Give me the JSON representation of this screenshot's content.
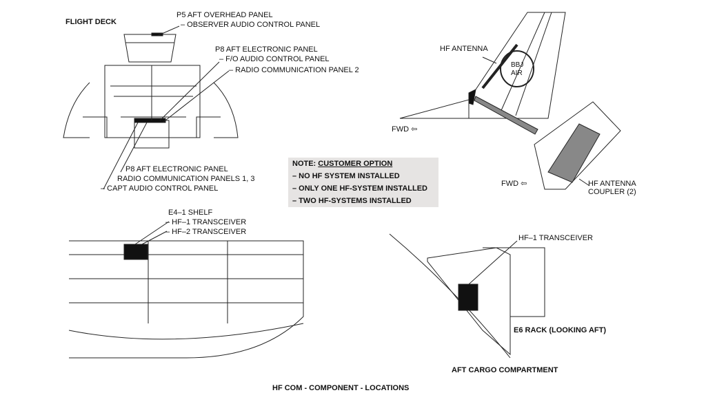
{
  "title": "HF COM - COMPONENT - LOCATIONS",
  "flight_deck": {
    "heading": "FLIGHT DECK",
    "p5_panel": "P5 AFT OVERHEAD PANEL",
    "observer_acp": "– OBSERVER AUDIO CONTROL PANEL",
    "p8_panel_top": "P8 AFT ELECTRONIC PANEL",
    "fo_acp": "– F/O AUDIO CONTROL PANEL",
    "rcp2": "– RADIO COMMUNICATION PANEL 2",
    "p8_panel_bottom": "P8 AFT ELECTRONIC PANEL",
    "rcp13": "RADIO COMMUNICATION PANELS 1, 3",
    "capt_acp": "– CAPT AUDIO CONTROL PANEL"
  },
  "note": {
    "prefix": "NOTE:",
    "title": "CUSTOMER OPTION",
    "items": [
      "– NO HF SYSTEM INSTALLED",
      "– ONLY ONE HF-SYSTEM INSTALLED",
      "– TWO HF-SYSTEMS INSTALLED"
    ]
  },
  "tail": {
    "hf_antenna": "HF ANTENNA",
    "logo_line1": "BBJ",
    "logo_line2": "AIR",
    "fwd1": "FWD ⇦",
    "fwd2": "FWD ⇦",
    "coupler_line1": "HF ANTENNA",
    "coupler_line2": "COUPLER (2)"
  },
  "e4": {
    "shelf": "E4–1 SHELF",
    "hf1": "– HF–1 TRANSCEIVER",
    "hf2": "– HF–2 TRANSCEIVER"
  },
  "e6": {
    "hf1": "HF–1 TRANSCEIVER",
    "rack": "E6 RACK (LOOKING AFT)",
    "compartment": "AFT CARGO COMPARTMENT"
  }
}
